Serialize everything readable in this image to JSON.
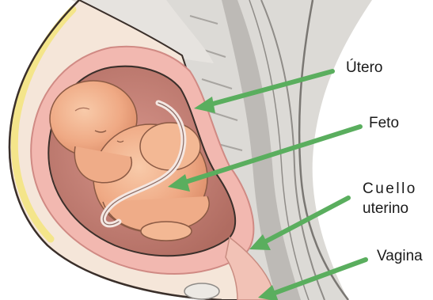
{
  "labels": {
    "utero": "Útero",
    "feto": "Feto",
    "cuello_line1": "Cuello",
    "cuello_line2": "uterino",
    "vagina": "Vagina"
  },
  "colors": {
    "arrow": "#5aae5e",
    "background": "#ffffff",
    "skin_outline": "#3a2f2a",
    "abdomen_fill": "#f4e3d6",
    "uterus_wall": "#f2b8b0",
    "amniotic": "#c9867a",
    "fetus": "#f2b392",
    "spine_gray": "#c9c7c4",
    "yellow_fat": "#f4e58a"
  }
}
